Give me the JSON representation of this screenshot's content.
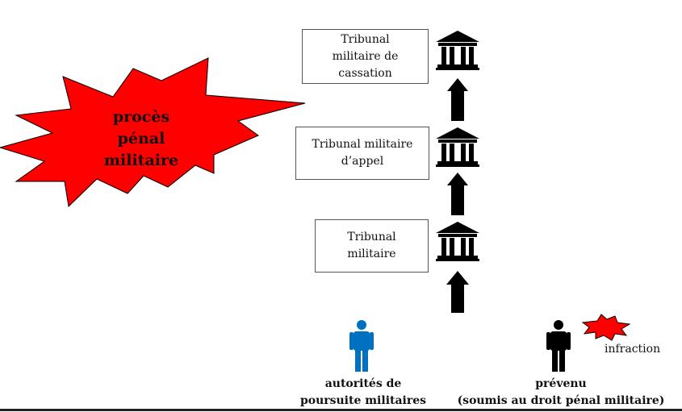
{
  "title_burst": {
    "line1": "procès",
    "line2": "pénal",
    "line3": "militaire"
  },
  "courts": [
    {
      "line1": "Tribunal",
      "line2": "militaire de",
      "line3": "cassation"
    },
    {
      "line1": "Tribunal militaire",
      "line2": "d’appel"
    },
    {
      "line1": "Tribunal",
      "line2": "militaire"
    }
  ],
  "actors": {
    "prosecution": {
      "line1": "autorités de",
      "line2": "poursuite militaires",
      "color": "#0070C0"
    },
    "accused": {
      "line1": "prévenu",
      "line2": "(soumis au droit pénal militaire)",
      "color": "#000000"
    }
  },
  "infraction_label": "infraction",
  "colors": {
    "burst": "#FF0000"
  }
}
